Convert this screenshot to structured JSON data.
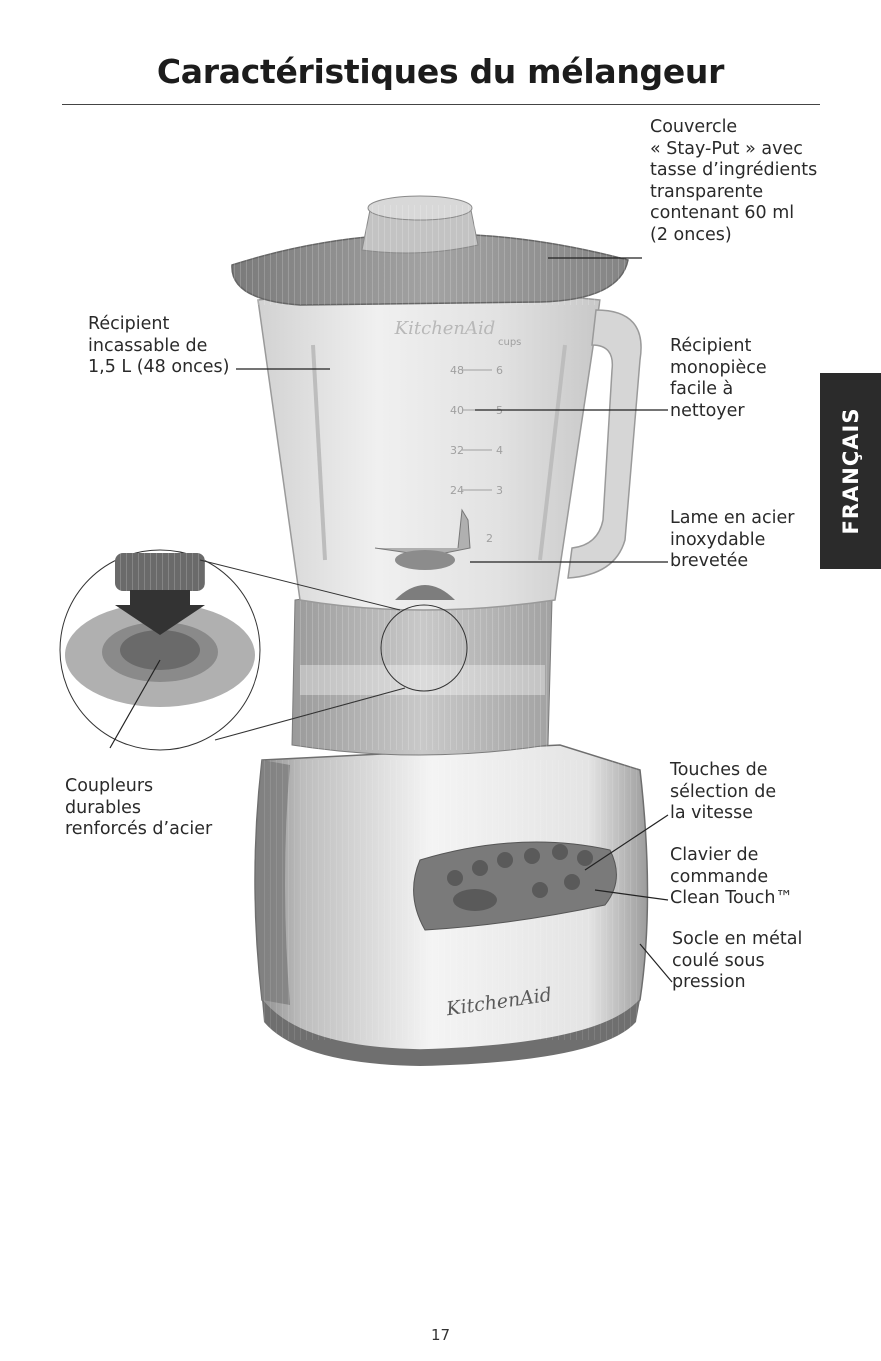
{
  "page": {
    "title": "Caractéristiques du mélangeur",
    "side_tab": "FRANÇAIS",
    "page_number": "17"
  },
  "labels": {
    "couvercle": [
      "Couvercle",
      "« Stay-Put » avec",
      "tasse d’ingrédients",
      "transparente",
      "contenant 60 ml",
      "(2 onces)"
    ],
    "recipient_incassable": [
      "Récipient",
      "incassable de",
      "1,5 L (48 onces)"
    ],
    "recipient_monopiece": [
      "Récipient",
      "monopièce",
      "facile à",
      "nettoyer"
    ],
    "lame": [
      "Lame en acier",
      "inoxydable",
      "brevetée"
    ],
    "coupleurs": [
      "Coupleurs",
      "durables",
      "renforcés d’acier"
    ],
    "touches": [
      "Touches de",
      "sélection de",
      "la vitesse"
    ],
    "clavier": [
      "Clavier de",
      "commande",
      "Clean Touch™"
    ],
    "socle": [
      "Socle en métal",
      "coulé sous",
      "pression"
    ]
  },
  "illustration": {
    "brand": "KitchenAid",
    "jar_scale_oz": [
      "48",
      "40",
      "32",
      "24"
    ],
    "jar_scale_cups": [
      "cups",
      "6",
      "5",
      "4",
      "3",
      "2"
    ],
    "colors": {
      "lid": "#8f8f8f",
      "jar": "#e6e6e6",
      "base_dark": "#8a8a8a",
      "base_light": "#f2f2f2",
      "panel": "#7a7a7a",
      "tab": "#2b2b2b"
    }
  }
}
